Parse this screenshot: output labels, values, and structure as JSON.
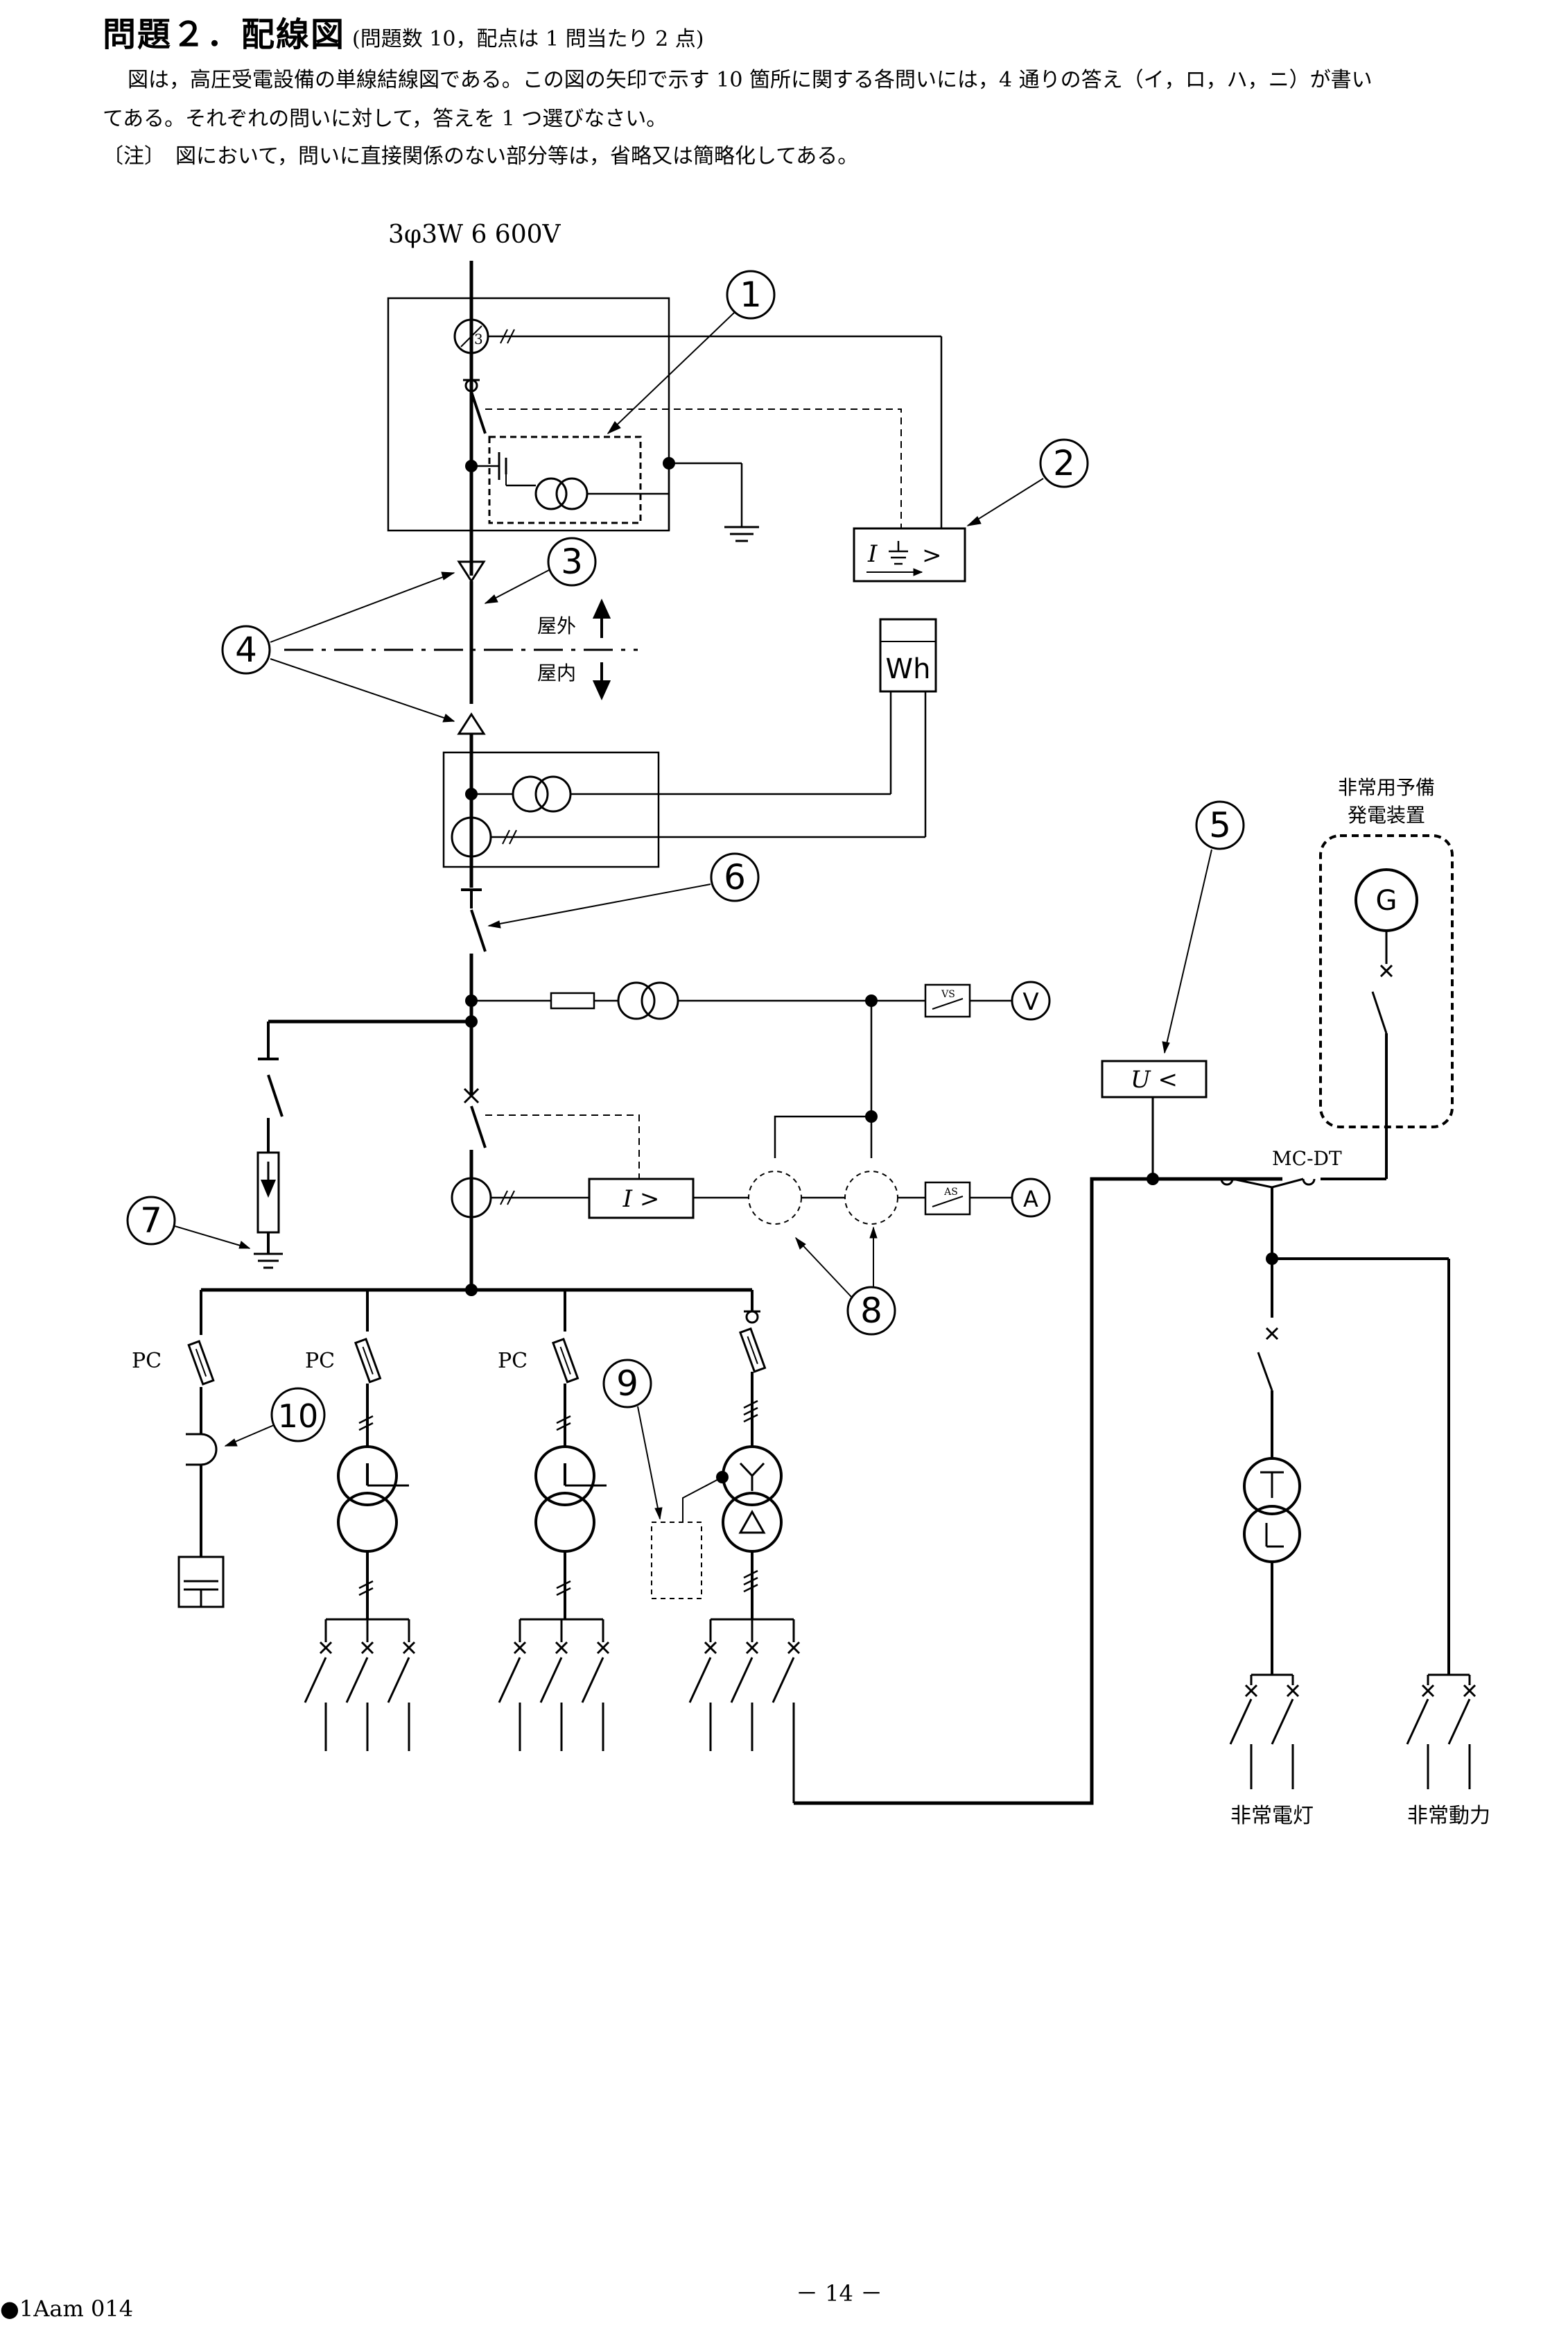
{
  "header": {
    "title": "問題２．配線図",
    "subtitle": "(問題数 10，配点は 1 問当たり 2 点)",
    "line1": "図は，高圧受電設備の単線結線図である。この図の矢印で示す 10 箇所に関する各問いには，4 通りの答え（イ，ロ，ハ，ニ）が書い",
    "line2": "てある。それぞれの問いに対して，答えを 1 つ選びなさい。",
    "note": "〔注〕　図において，問いに直接関係のない部分等は，省略又は簡略化してある。"
  },
  "diagram": {
    "supply": "3φ3W 6 600V",
    "outdoor": "屋外",
    "indoor": "屋内",
    "wh": "Wh",
    "ocr": "I >",
    "uvr": "U <",
    "gr": "I ⏚ >",
    "vs": "VS",
    "as": "AS",
    "v": "V",
    "a": "A",
    "g": "G",
    "mcdt": "MC-DT",
    "gen_label1": "非常用予備",
    "gen_label2": "発電装置",
    "emerg_light": "非常電灯",
    "emerg_power": "非常動力",
    "pc1": "PC",
    "pc2": "PC",
    "pc3": "PC",
    "zct_ratio": "3",
    "n1": "1",
    "n2": "2",
    "n3": "3",
    "n4": "4",
    "n5": "5",
    "n6": "6",
    "n7": "7",
    "n8": "8",
    "n9": "9",
    "n10": "10"
  },
  "footer": {
    "code": "●1Aam 014",
    "page": "－ 14 －"
  }
}
